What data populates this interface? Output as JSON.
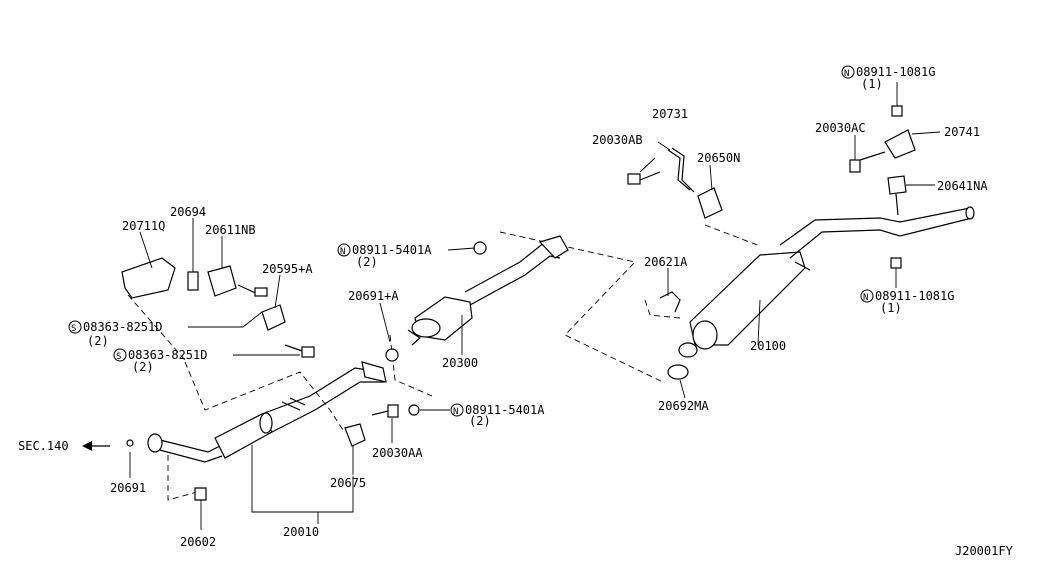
{
  "diagram": {
    "code": "J20001FY",
    "section_ref": "SEC.140",
    "labels": {
      "p20711q": "20711Q",
      "p20694": "20694",
      "p20611nb": "20611NB",
      "p20595a": "20595+A",
      "p08363a": "08363-8251D",
      "p08363a_qty": "(2)",
      "p08363b": "08363-8251D",
      "p08363b_qty": "(2)",
      "p08911_5401a_top": "08911-5401A",
      "p08911_5401a_top_qty": "(2)",
      "p20691a": "20691+A",
      "p20300": "20300",
      "p08911_5401a_low": "08911-5401A",
      "p08911_5401a_low_qty": "(2)",
      "p20030aa": "20030AA",
      "p20675": "20675",
      "p20691": "20691",
      "p20602": "20602",
      "p20010": "20010",
      "p20030ab": "20030AB",
      "p20731": "20731",
      "p20650n": "20650N",
      "p20621a": "20621A",
      "p20100": "20100",
      "p20692ma": "20692MA",
      "p08911_1081g_top": "08911-1081G",
      "p08911_1081g_top_qty": "(1)",
      "p20030ac": "20030AC",
      "p20741": "20741",
      "p20641na": "20641NA",
      "p08911_1081g_low": "08911-1081G",
      "p08911_1081g_low_qty": "(1)"
    },
    "prefix": {
      "s": "S",
      "n": "N"
    }
  }
}
